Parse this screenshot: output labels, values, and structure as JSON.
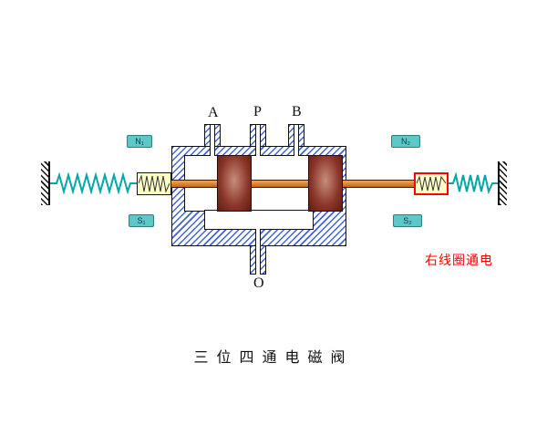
{
  "ports": {
    "a": "A",
    "p": "P",
    "b": "B",
    "o": "O"
  },
  "poles": {
    "left_top": "N₁",
    "left_bottom": "S₁",
    "right_top": "N₂",
    "right_bottom": "S₂"
  },
  "status": {
    "text": "右线圈通电"
  },
  "caption": {
    "text": "三位四通电磁阀"
  },
  "colors": {
    "hatch_blue": "#4262e0",
    "rod_orange_light": "#f2a85c",
    "rod_orange_dark": "#c06613",
    "spring_teal": "#00a8a8",
    "coil_yellow": "#ffffc8",
    "piston_red": "#8a3528",
    "energized_red": "#ff0000",
    "pole_teal": "#5ec7c7"
  }
}
